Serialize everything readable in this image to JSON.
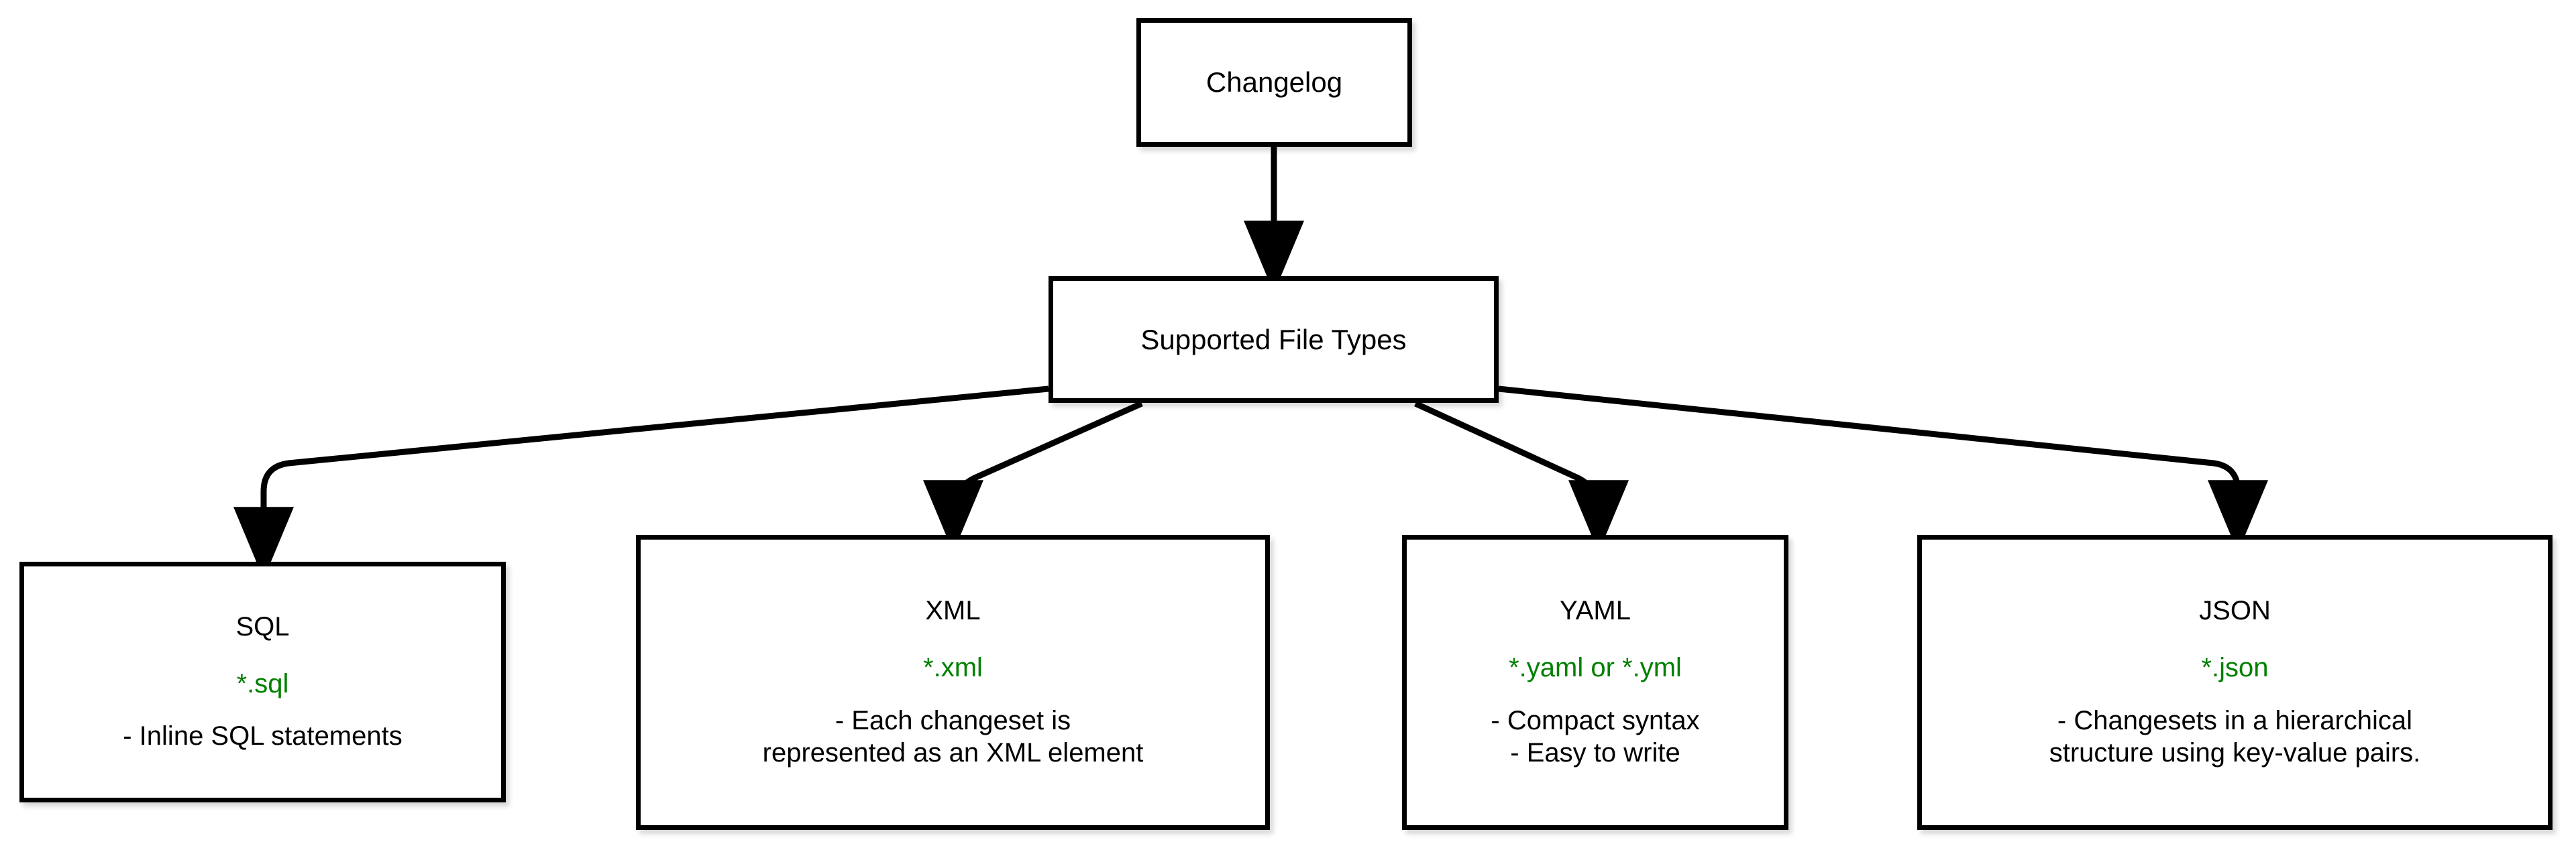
{
  "diagram": {
    "title": "Changelog Supported File Types",
    "background_color": "#ffffff",
    "border_color": "#000000",
    "text_color": "#000000",
    "accent_color": "#008000",
    "edge_color": "#000000"
  },
  "nodes": {
    "changelog": {
      "label": "Changelog"
    },
    "supported": {
      "label": "Supported File Types"
    },
    "sql": {
      "title": "SQL",
      "extension": "*.sql",
      "desc_line1": "- Inline SQL statements",
      "desc_line2": ""
    },
    "xml": {
      "title": "XML",
      "extension": "*.xml",
      "desc_line1": "- Each changeset is",
      "desc_line2": "represented as an XML element"
    },
    "yaml": {
      "title": "YAML",
      "extension": "*.yaml or *.yml",
      "desc_line1": "- Compact syntax",
      "desc_line2": "- Easy to write"
    },
    "json": {
      "title": "JSON",
      "extension": "*.json",
      "desc_line1": "- Changesets in a hierarchical",
      "desc_line2": "structure using key-value pairs."
    }
  },
  "edges": [
    {
      "name": "changelog-to-supported",
      "from": "changelog",
      "to": "supported"
    },
    {
      "name": "supported-to-sql",
      "from": "supported",
      "to": "sql"
    },
    {
      "name": "supported-to-xml",
      "from": "supported",
      "to": "xml"
    },
    {
      "name": "supported-to-yaml",
      "from": "supported",
      "to": "yaml"
    },
    {
      "name": "supported-to-json",
      "from": "supported",
      "to": "json"
    }
  ]
}
